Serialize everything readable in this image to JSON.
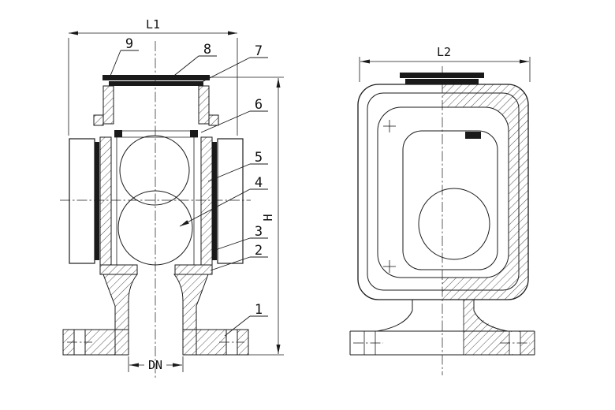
{
  "dims": {
    "l1": "L1",
    "l2": "L2",
    "h": "H",
    "dn": "DN"
  },
  "callouts": {
    "c1": "1",
    "c2": "2",
    "c3": "3",
    "c4": "4",
    "c5": "5",
    "c6": "6",
    "c7": "7",
    "c8": "8",
    "c9": "9"
  },
  "colors": {
    "line": "#1a1a1a",
    "background": "#ffffff"
  }
}
